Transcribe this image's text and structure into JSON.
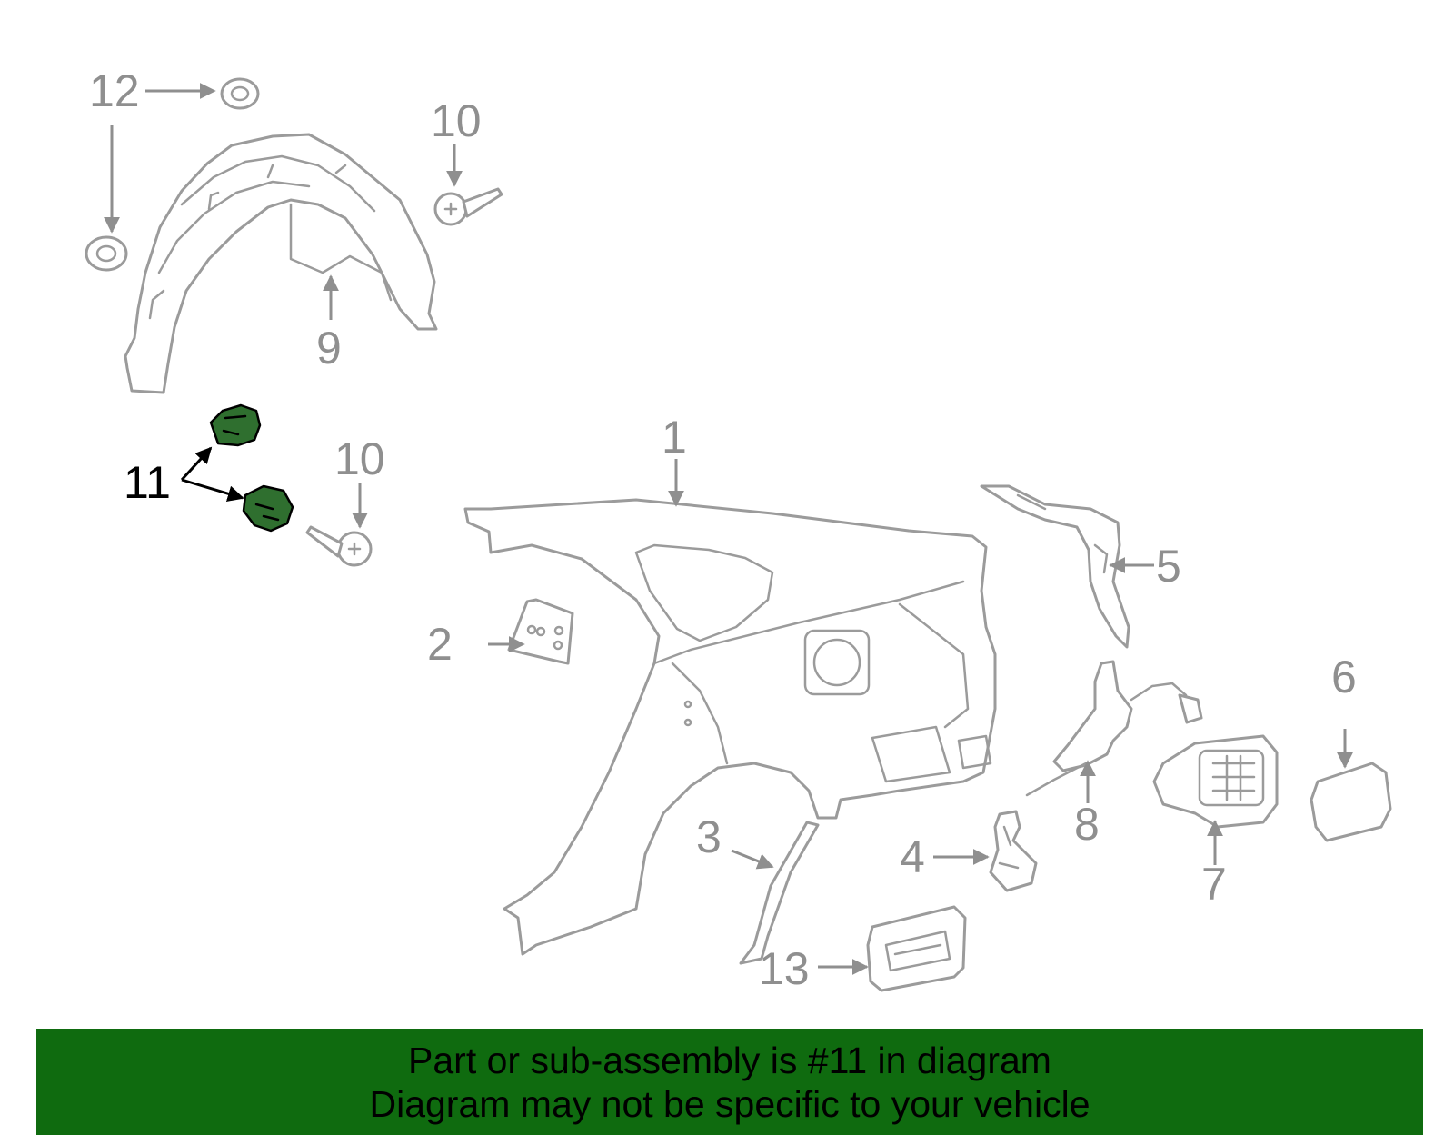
{
  "callouts": {
    "c1": "1",
    "c2": "2",
    "c3": "3",
    "c4": "4",
    "c5": "5",
    "c6": "6",
    "c7": "7",
    "c8": "8",
    "c9": "9",
    "c10a": "10",
    "c10b": "10",
    "c11": "11",
    "c12": "12",
    "c13": "13"
  },
  "highlighted_part": "11",
  "colors": {
    "banner_bg": "#0f6b0f",
    "highlight_fill": "#2f6f2f",
    "part_stroke": "#9b9b9b",
    "callout_gray": "#8f8f8f",
    "callout_highlight": "#000000"
  },
  "banner": {
    "line1": "Part or sub-assembly is #11 in diagram",
    "line2": "Diagram may not be specific to your vehicle"
  }
}
